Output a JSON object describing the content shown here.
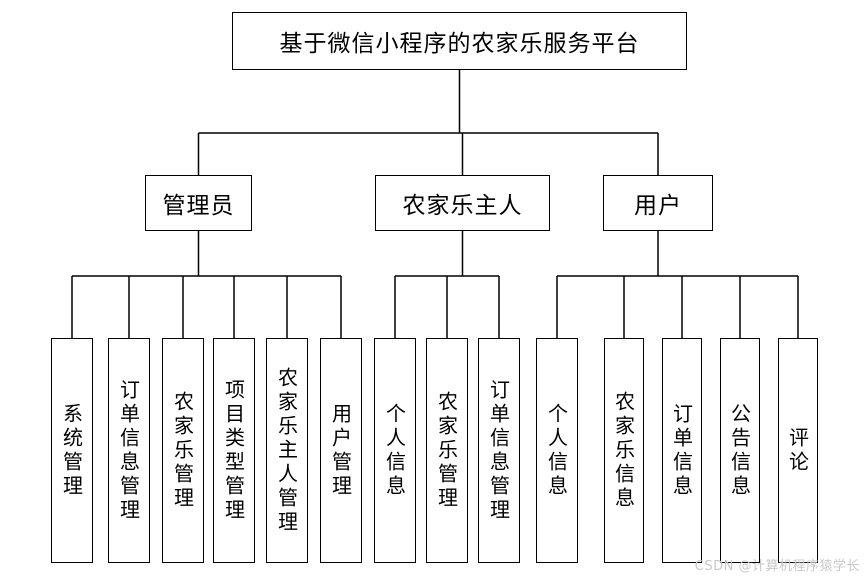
{
  "root": "基于微信小程序的农家乐服务平台",
  "roles": [
    {
      "label": "管理员",
      "modules": [
        "系统管理",
        "订单信息管理",
        "农家乐管理",
        "项目类型管理",
        "农家乐主人管理",
        "用户管理"
      ]
    },
    {
      "label": "农家乐主人",
      "modules": [
        "个人信息",
        "农家乐管理",
        "订单信息管理"
      ]
    },
    {
      "label": "用户",
      "modules": [
        "个人信息",
        "农家乐信息",
        "订单信息",
        "公告信息",
        "评论"
      ]
    }
  ],
  "watermark": "CSDN @计算机程序猿学长"
}
